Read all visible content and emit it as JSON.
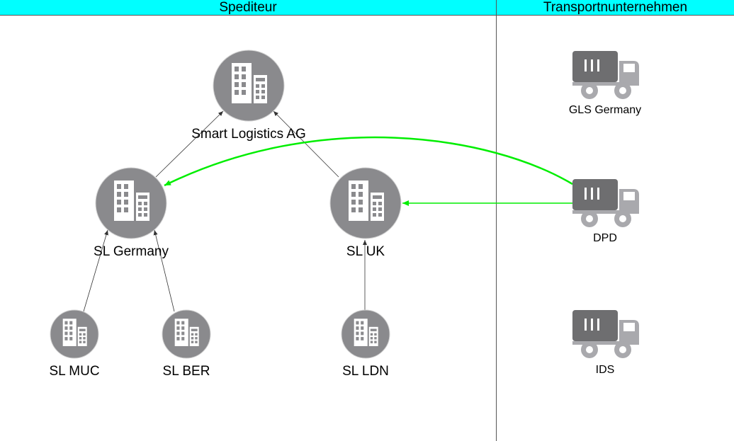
{
  "lanes": {
    "left_title": "Spediteur",
    "right_title": "Transportnunternehmen"
  },
  "nodes": {
    "smart_logistics_ag": "Smart Logistics AG",
    "sl_germany": "SL Germany",
    "sl_uk": "SL UK",
    "sl_muc": "SL MUC",
    "sl_ber": "SL BER",
    "sl_ldn": "SL LDN",
    "gls_germany": "GLS Germany",
    "dpd": "DPD",
    "ids": "IDS"
  },
  "colors": {
    "header_bg": "#00ffff",
    "node_gray": "#8a8a8d",
    "truck_dark": "#6e6e70",
    "truck_light": "#a9a9ad",
    "connector_green": "#00ee00",
    "connector_black": "#333333"
  },
  "icons": {
    "company": "office-building-icon",
    "carrier": "truck-icon"
  }
}
